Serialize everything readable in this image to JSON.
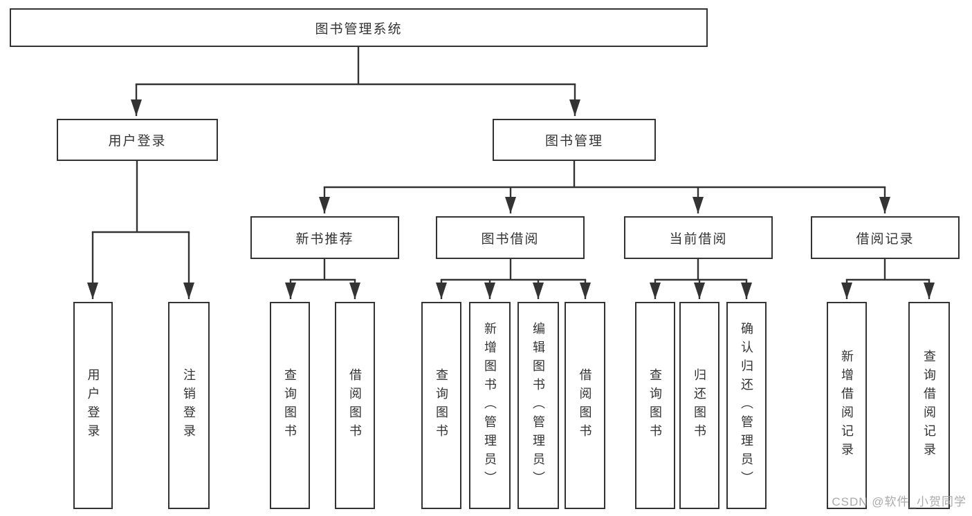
{
  "diagram_title": "图书管理系统",
  "tree": {
    "label": "图书管理系统",
    "children": [
      {
        "label": "用户登录",
        "children": [
          {
            "label": "用户登录"
          },
          {
            "label": "注销登录"
          }
        ]
      },
      {
        "label": "图书管理",
        "children": [
          {
            "label": "新书推荐",
            "children": [
              {
                "label": "查询图书"
              },
              {
                "label": "借阅图书"
              }
            ]
          },
          {
            "label": "图书借阅",
            "children": [
              {
                "label": "查询图书"
              },
              {
                "label": "新增图书（管理员）"
              },
              {
                "label": "编辑图书（管理员）"
              },
              {
                "label": "借阅图书"
              }
            ]
          },
          {
            "label": "当前借阅",
            "children": [
              {
                "label": "查询图书"
              },
              {
                "label": "归还图书"
              },
              {
                "label": "确认归还（管理员）"
              }
            ]
          },
          {
            "label": "借阅记录",
            "children": [
              {
                "label": "新增借阅记录"
              },
              {
                "label": "查询借阅记录"
              }
            ]
          }
        ]
      }
    ]
  },
  "watermark": {
    "text": "CSDN @软件_小贺同学"
  },
  "colors": {
    "line": "#333333",
    "box_border": "#333333",
    "box_bg": "#ffffff",
    "text": "#333333",
    "watermark": "#9e9e9e"
  }
}
